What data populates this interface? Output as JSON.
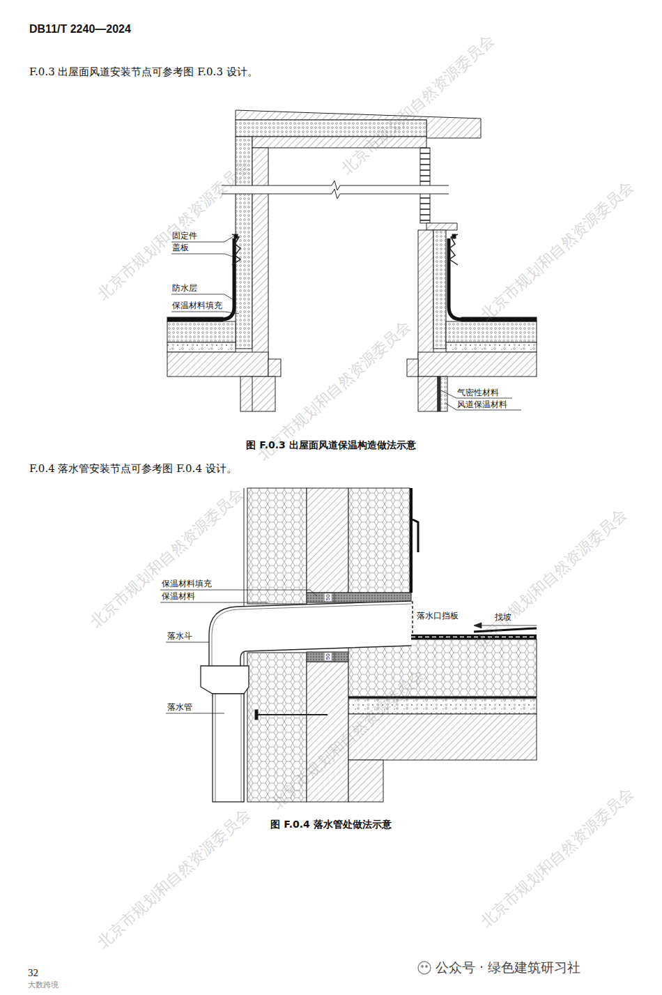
{
  "diagram": {
    "title": "DB11/T 2240—2024",
    "labels": [
      "F.0.3 出屋面风道安装节点可参考图 F.0.3 设计。",
      "固定件",
      "盖板",
      "防水层",
      "保温材料填充",
      "气密性材料",
      "风道保温材料",
      "图 F.0.3 出屋面风道保温构造做法示意",
      "F.0.4 落水管安装节点可参考图 F.0.4 设计。",
      "保温材料填充",
      "保温材料",
      "落水斗",
      "落水管",
      "落水口挡板",
      "找坡",
      "50",
      "50",
      "图 F.0.4 落水管处做法示意",
      "32",
      "公众号 · 绿色建筑研习社",
      "大数跨境",
      "北京市规划和自然资源委员会",
      "北京市规划和自然资源委员会",
      "北京市规划和自然资源委员会",
      "北京市规划和自然资源委员会",
      "北京市规划和自然资源委员会",
      "北京市规划和自然资源委员会",
      "北京市规划和自然资源委员会",
      "北京市规划和自然资源委员会",
      "北京市规划和自然资源委员会"
    ]
  }
}
